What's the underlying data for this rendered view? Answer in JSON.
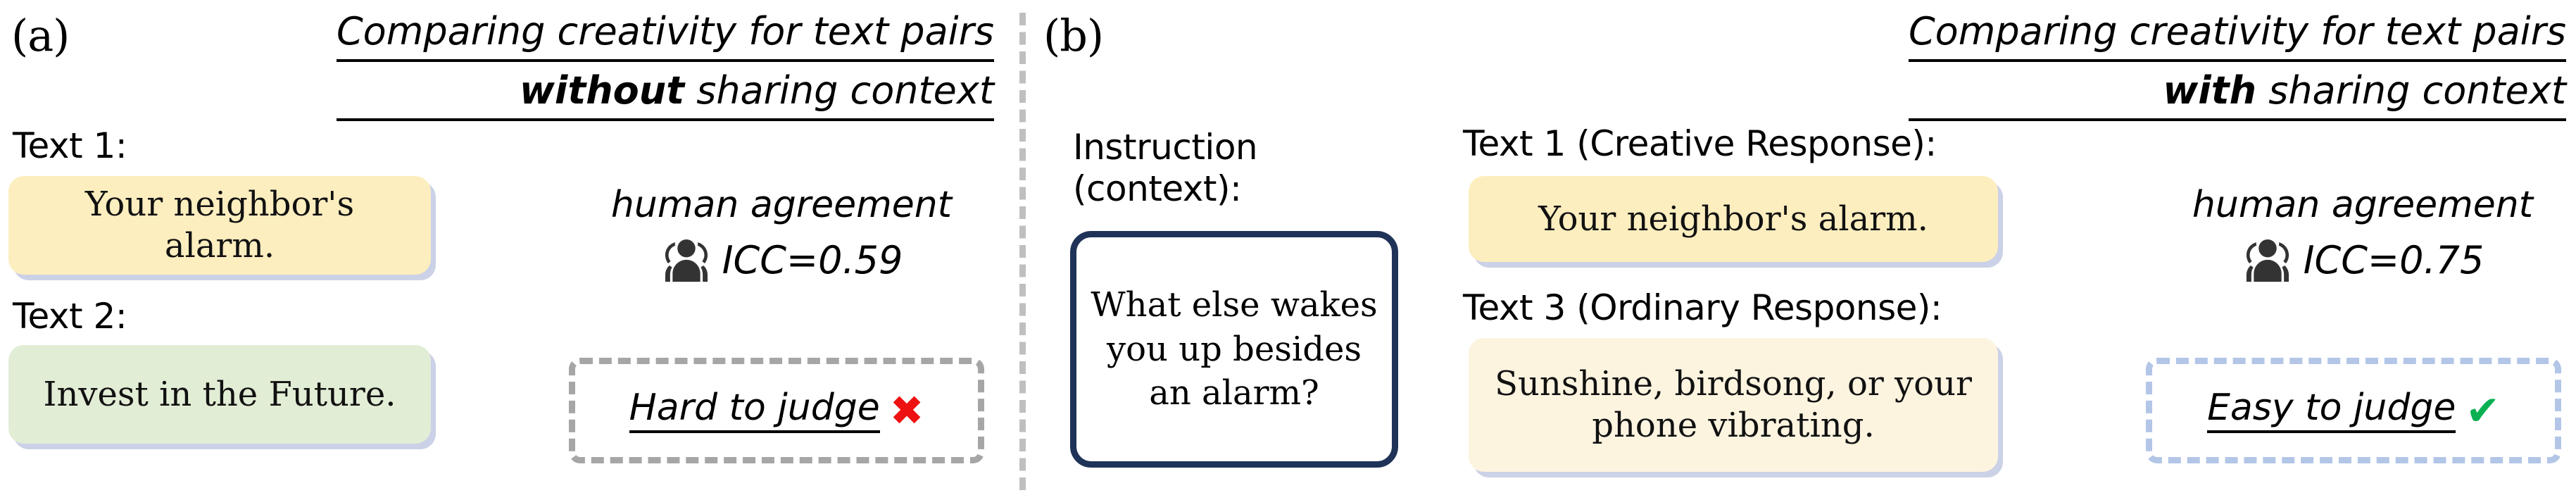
{
  "figure": {
    "panels": [
      {
        "letter": "(a)",
        "title": {
          "line1": "Comparing creativity for text pairs",
          "line2_strong": "without",
          "line2_rest": " sharing context"
        },
        "text1": {
          "label": "Text 1:",
          "content": "Your neighbor's alarm."
        },
        "text2": {
          "label": "Text 2:",
          "content": "Invest in the Future."
        },
        "agreement": {
          "title": "human agreement",
          "icon": "people-group-icon",
          "icc_label": "ICC=0.59"
        },
        "verdict": {
          "text": "Hard to judge",
          "mark": "✖",
          "mark_kind": "cross"
        }
      },
      {
        "letter": "(b)",
        "title": {
          "line1": "Comparing creativity for text pairs",
          "line2_strong": "with",
          "line2_rest": " sharing context"
        },
        "instruction": {
          "label_line1": "Instruction",
          "label_line2": "(context):",
          "content": "What else wakes you up besides an alarm?"
        },
        "text1": {
          "label": "Text 1 (Creative Response):",
          "content": "Your neighbor's alarm."
        },
        "text3": {
          "label": "Text 3 (Ordinary Response):",
          "content": "Sunshine, birdsong, or your phone vibrating."
        },
        "agreement": {
          "title": "human agreement",
          "icon": "people-group-icon",
          "icc_label": "ICC=0.75"
        },
        "verdict": {
          "text": "Easy to judge",
          "mark": "✔",
          "mark_kind": "check"
        }
      }
    ],
    "colors": {
      "chip_yellow": "#fdeebf",
      "chip_cream": "#fdf4e0",
      "chip_green": "#e2edd5",
      "chip_shadow": "#bec6e0",
      "instruction_border": "#1f3358",
      "divider": "#bfbfbf",
      "verdict_hard_border": "#a6a6a6",
      "verdict_easy_border": "#b3c6e7",
      "cross_red": "#ee1111",
      "check_green": "#0ab052",
      "icon_dark": "#333333"
    }
  }
}
